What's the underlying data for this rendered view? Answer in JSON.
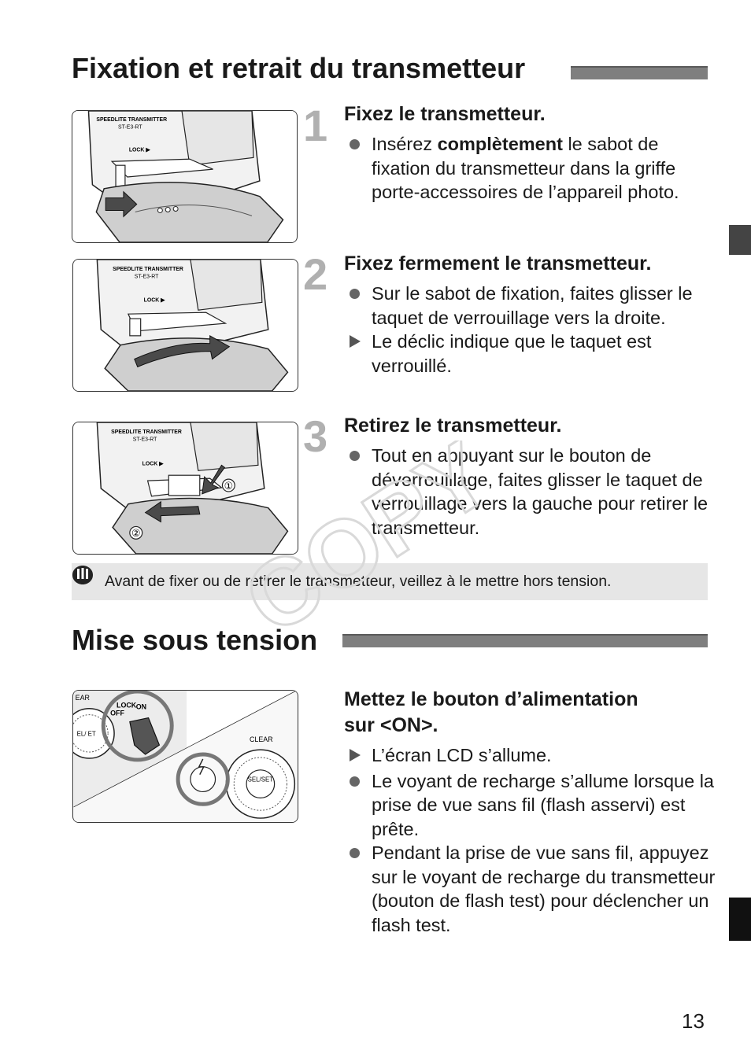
{
  "section1": {
    "title": "Fixation et retrait du transmetteur",
    "steps": [
      {
        "number": "1",
        "title": "Fixez le transmetteur.",
        "figure_labels": {
          "brand": "SPEEDLITE TRANSMITTER",
          "model": "ST-E3-RT",
          "lock": "LOCK ▶"
        },
        "items": [
          {
            "type": "bullet",
            "before": "Insérez ",
            "bold": "complètement",
            "after": " le sabot de fixation du transmetteur dans la griffe porte-accessoires de l’appareil photo."
          }
        ]
      },
      {
        "number": "2",
        "title": "Fixez fermement le transmetteur.",
        "figure_labels": {
          "brand": "SPEEDLITE TRANSMITTER",
          "model": "ST-E3-RT",
          "lock": "LOCK ▶"
        },
        "items": [
          {
            "type": "bullet",
            "text": "Sur le sabot de fixation, faites glisser le taquet de verrouillage vers la droite."
          },
          {
            "type": "arrow",
            "text": "Le déclic indique que le taquet est verrouillé."
          }
        ]
      },
      {
        "number": "3",
        "title": "Retirez le transmetteur.",
        "figure_labels": {
          "brand": "SPEEDLITE TRANSMITTER",
          "model": "ST-E3-RT",
          "lock": "LOCK ▶",
          "mark1": "①",
          "mark2": "②"
        },
        "items": [
          {
            "type": "bullet",
            "text": "Tout en appuyant sur le bouton de déverrouillage, faites glisser le taquet de verrouillage vers la gauche pour retirer le transmetteur."
          }
        ]
      }
    ],
    "caution": "Avant de fixer ou de retirer le transmetteur, veillez à le mettre hors tension."
  },
  "section2": {
    "title": "Mise sous tension",
    "step_title_line1": "Mettez le bouton d’alimentation",
    "step_title_line2": "sur <ON>.",
    "figure_labels": {
      "lock": "LOCK",
      "on": "ON",
      "off": "OFF",
      "clear_left": "EAR",
      "clear_right": "CLEAR",
      "sel_set": "SEL/SET",
      "sel_left": "EL/ ET"
    },
    "items": [
      {
        "type": "arrow",
        "text": "L’écran LCD s’allume."
      },
      {
        "type": "bullet",
        "text": "Le voyant de recharge s’allume lorsque la prise de vue sans fil (flash asservi) est prête."
      },
      {
        "type": "bullet",
        "text": "Pendant la prise de vue sans fil, appuyez sur le voyant de recharge du transmetteur (bouton de flash test) pour déclencher un flash test."
      }
    ]
  },
  "watermark": "COPY",
  "page_number": "13",
  "colors": {
    "heading_bar": "#7f7f7f",
    "step_number": "#b0b0b0",
    "caution_bg": "#e6e6e6",
    "side_tab": "#444444",
    "watermark": "#d9d9d9"
  }
}
